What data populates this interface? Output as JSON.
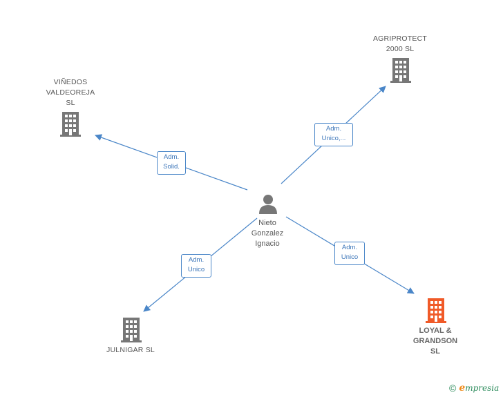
{
  "colors": {
    "edge": "#4a86c8",
    "company_icon": "#777777",
    "focus_icon": "#f05a28",
    "person_icon": "#777777"
  },
  "person": {
    "name": "Nieto\nGonzalez\nIgnacio",
    "icon": "person-icon"
  },
  "companies": [
    {
      "id": "agriprotect",
      "name": "AGRIPROTECT\n2000  SL",
      "icon": "building-icon"
    },
    {
      "id": "vinedos",
      "name": "VIÑEDOS\nVALDEOREJA\nSL",
      "icon": "building-icon"
    },
    {
      "id": "julnigar",
      "name": "JULNIGAR  SL",
      "icon": "building-icon"
    },
    {
      "id": "loyal",
      "name": "LOYAL &\nGRANDSON\nSL",
      "icon": "building-icon",
      "highlight": true
    }
  ],
  "relations": [
    {
      "to": "agriprotect",
      "label": "Adm.\nUnico,..."
    },
    {
      "to": "vinedos",
      "label": "Adm.\nSolid."
    },
    {
      "to": "julnigar",
      "label": "Adm.\nUnico"
    },
    {
      "to": "loyal",
      "label": "Adm.\nUnico"
    }
  ],
  "footer": {
    "copyright": "©",
    "brand_initial": "e",
    "brand_rest": "mpresia"
  }
}
